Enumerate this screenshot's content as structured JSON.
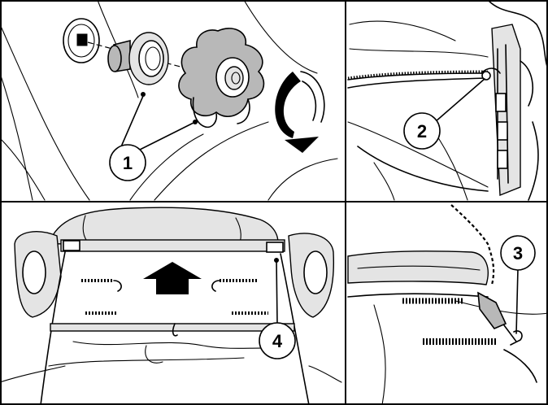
{
  "panels": [
    {
      "id": "panel-knob-removal",
      "callout": "1"
    },
    {
      "id": "panel-cover-clip",
      "callout": "2"
    },
    {
      "id": "panel-spring-hook",
      "callout": "3"
    },
    {
      "id": "panel-rear-view",
      "callout": "4"
    }
  ],
  "icons": [
    "rotation-arrow-icon",
    "up-arrow-icon",
    "knob-icon",
    "spring-icon"
  ],
  "colors": {
    "line": "#000000",
    "background": "#ffffff",
    "shade": "#b8b8b8"
  }
}
